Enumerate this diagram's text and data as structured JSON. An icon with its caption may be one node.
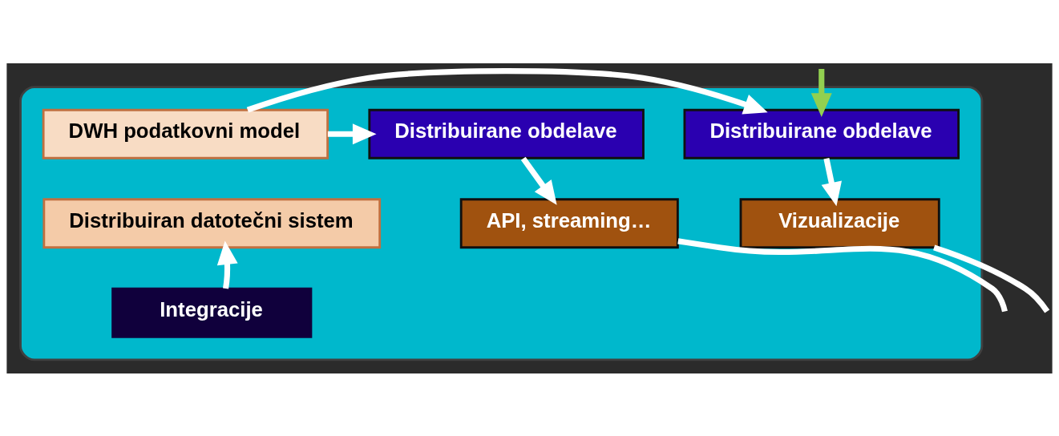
{
  "diagram": {
    "nodes": [
      {
        "text": [],
        "shape": "box"
      },
      {
        "text": [
          "Distribuirane obdelave"
        ],
        "in": 0
      },
      {
        "text": [
          "DWH podatkovni model"
        ],
        "in": 0
      },
      {
        "text": [
          "Distribuirane obdelave"
        ],
        "in": 0
      },
      {
        "text": [
          "API, streaming…"
        ],
        "in": 0
      },
      {
        "text": [
          "Distribuiran datotečni sistem"
        ],
        "in": 0
      },
      {
        "text": [
          "Vizualizacije"
        ],
        "in": 0
      },
      {
        "text": [
          "Integracije"
        ],
        "in": 0
      }
    ],
    "edges": [
      {
        "from": 2,
        "to": 1,
        "arrow": "to"
      },
      {
        "from": 2,
        "to": 3,
        "arrow": "to"
      },
      {
        "from": 1,
        "to": 4,
        "arrow": "to"
      },
      {
        "from": 3,
        "to": 6,
        "arrow": "to"
      },
      {
        "from": 7,
        "to": 5,
        "arrow": "to"
      },
      {
        "from": null,
        "to": 3,
        "arrow": "to",
        "color": "#92d050"
      },
      {
        "from": 4,
        "to": null,
        "arrow": "none"
      },
      {
        "from": 6,
        "to": null,
        "arrow": "none"
      }
    ]
  }
}
